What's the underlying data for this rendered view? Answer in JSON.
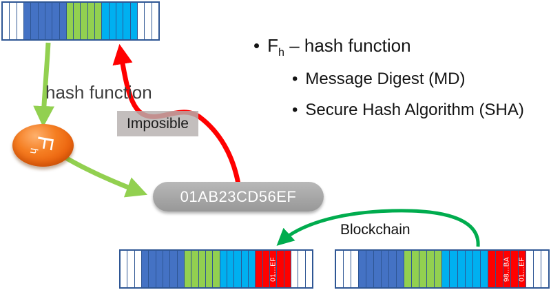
{
  "colors": {
    "white": "#ffffff",
    "blue": "#4472c4",
    "green": "#92d050",
    "cyan": "#00b0f0",
    "red": "#ff0000",
    "cell_border": "#2e5694",
    "light_green_arrow": "#92d050",
    "dark_green_arrow": "#00ac4e",
    "red_arrow": "#ff0000",
    "pill_gray": "#a6a6a6",
    "label_box_gray": "#b6b0af",
    "ellipse_orange": "#ec650f"
  },
  "labels": {
    "hash_function_arrow": "hash function",
    "imposible": "Imposible",
    "hash_value": "01AB23CD56EF",
    "blockchain": "Blockchain",
    "function_symbol": {
      "f": "F",
      "sub": "h"
    }
  },
  "bullets": {
    "main": {
      "bullet": "•",
      "f": "F",
      "sub": "h",
      "rest": " – hash function"
    },
    "sub_items": [
      {
        "bullet": "•",
        "text": "Message Digest (MD)"
      },
      {
        "bullet": "•",
        "text": "Secure Hash Algorithm (SHA)"
      }
    ]
  },
  "bars": {
    "top": {
      "segments": [
        {
          "color": "white",
          "cells": 3
        },
        {
          "color": "blue",
          "cells": 6
        },
        {
          "color": "green",
          "cells": 5
        },
        {
          "color": "cyan",
          "cells": 5
        },
        {
          "color": "white",
          "cells": 3
        }
      ]
    },
    "bottom_left": {
      "segments": [
        {
          "color": "white",
          "cells": 3
        },
        {
          "color": "blue",
          "cells": 6
        },
        {
          "color": "green",
          "cells": 5
        },
        {
          "color": "cyan",
          "cells": 5
        },
        {
          "color": "red",
          "cells": 5,
          "labels": [
            {
              "cell": 2,
              "text": "01...EF"
            }
          ]
        },
        {
          "color": "white",
          "cells": 3
        }
      ]
    },
    "bottom_right": {
      "segments": [
        {
          "color": "white",
          "cells": 3
        },
        {
          "color": "blue",
          "cells": 6
        },
        {
          "color": "green",
          "cells": 5
        },
        {
          "color": "cyan",
          "cells": 6
        },
        {
          "color": "red",
          "cells": 5,
          "labels": [
            {
              "cell": 2,
              "text": "98...BA"
            },
            {
              "cell": 4,
              "text": "01...EF"
            }
          ]
        },
        {
          "color": "white",
          "cells": 3
        }
      ]
    }
  }
}
